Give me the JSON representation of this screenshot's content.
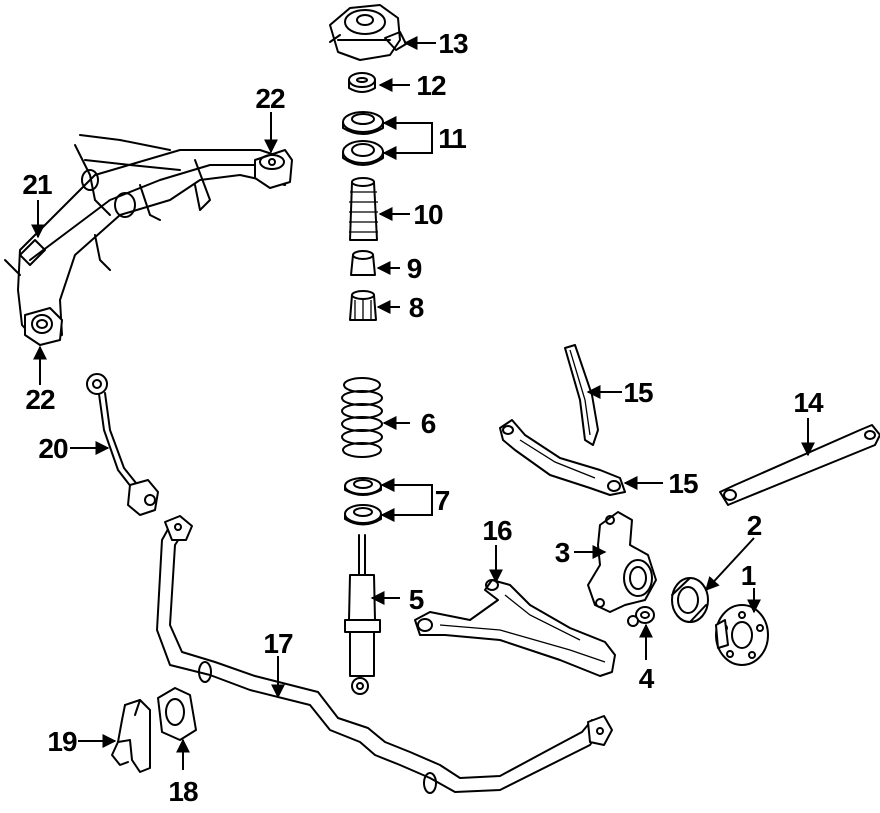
{
  "diagram": {
    "callouts": [
      {
        "id": "c1",
        "label": "1"
      },
      {
        "id": "c2",
        "label": "2"
      },
      {
        "id": "c3",
        "label": "3"
      },
      {
        "id": "c4",
        "label": "4"
      },
      {
        "id": "c5",
        "label": "5"
      },
      {
        "id": "c6",
        "label": "6"
      },
      {
        "id": "c7",
        "label": "7"
      },
      {
        "id": "c8",
        "label": "8"
      },
      {
        "id": "c9",
        "label": "9"
      },
      {
        "id": "c10",
        "label": "10"
      },
      {
        "id": "c11",
        "label": "11"
      },
      {
        "id": "c12",
        "label": "12"
      },
      {
        "id": "c13",
        "label": "13"
      },
      {
        "id": "c14",
        "label": "14"
      },
      {
        "id": "c15a",
        "label": "15"
      },
      {
        "id": "c15b",
        "label": "15"
      },
      {
        "id": "c16",
        "label": "16"
      },
      {
        "id": "c17",
        "label": "17"
      },
      {
        "id": "c18",
        "label": "18"
      },
      {
        "id": "c19",
        "label": "19"
      },
      {
        "id": "c20",
        "label": "20"
      },
      {
        "id": "c21",
        "label": "21"
      },
      {
        "id": "c22a",
        "label": "22"
      },
      {
        "id": "c22b",
        "label": "22"
      }
    ]
  }
}
